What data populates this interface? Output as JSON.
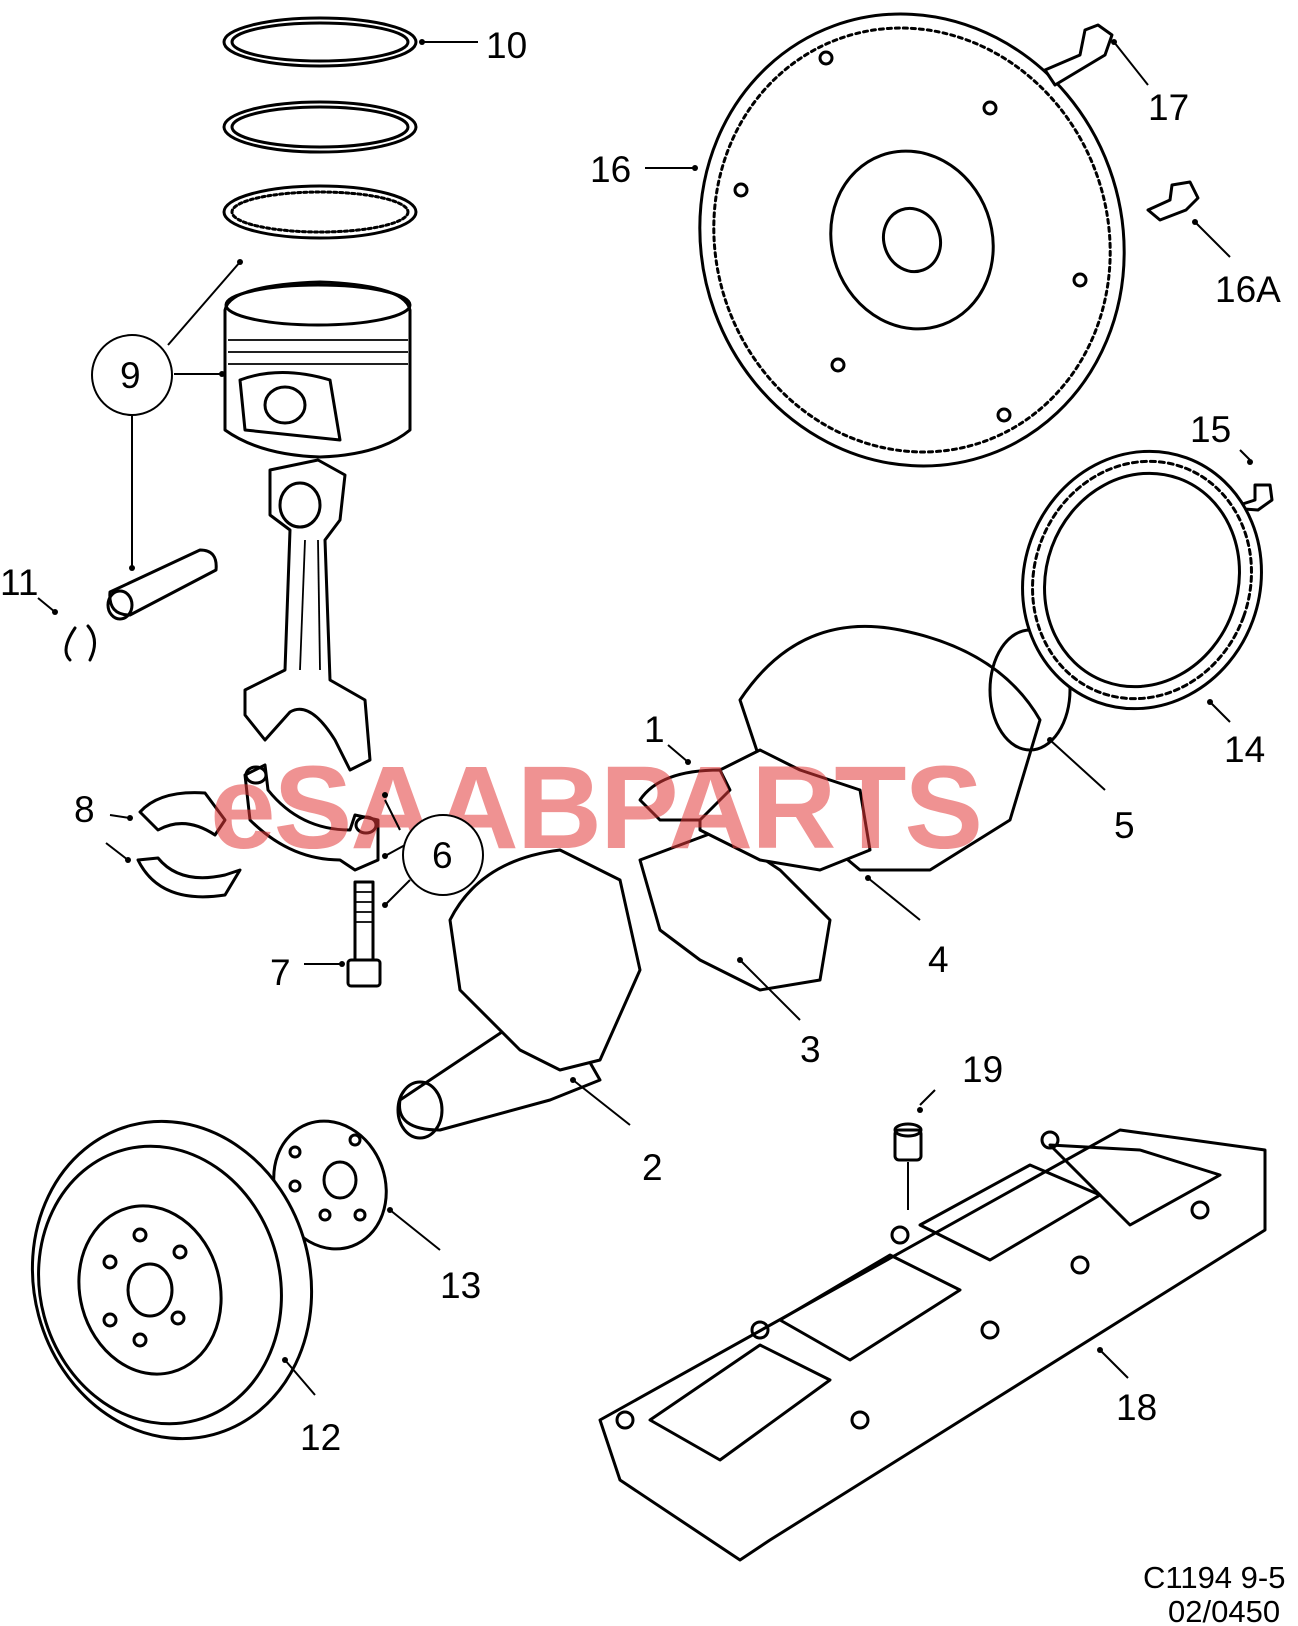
{
  "callouts": {
    "c1": "1",
    "c2": "2",
    "c3": "3",
    "c4": "4",
    "c5": "5",
    "c6": "6",
    "c7": "7",
    "c8": "8",
    "c9": "9",
    "c10": "10",
    "c11": "11",
    "c12": "12",
    "c13": "13",
    "c14": "14",
    "c15": "15",
    "c16": "16",
    "c16a": "16A",
    "c17": "17",
    "c18": "18",
    "c19": "19"
  },
  "watermark": "eSAABPARTS",
  "reference": {
    "line1": "C1194 9-5",
    "line2": "02/0450"
  },
  "colors": {
    "line": "#000000",
    "watermark": "#e23a3a",
    "background": "#ffffff"
  }
}
